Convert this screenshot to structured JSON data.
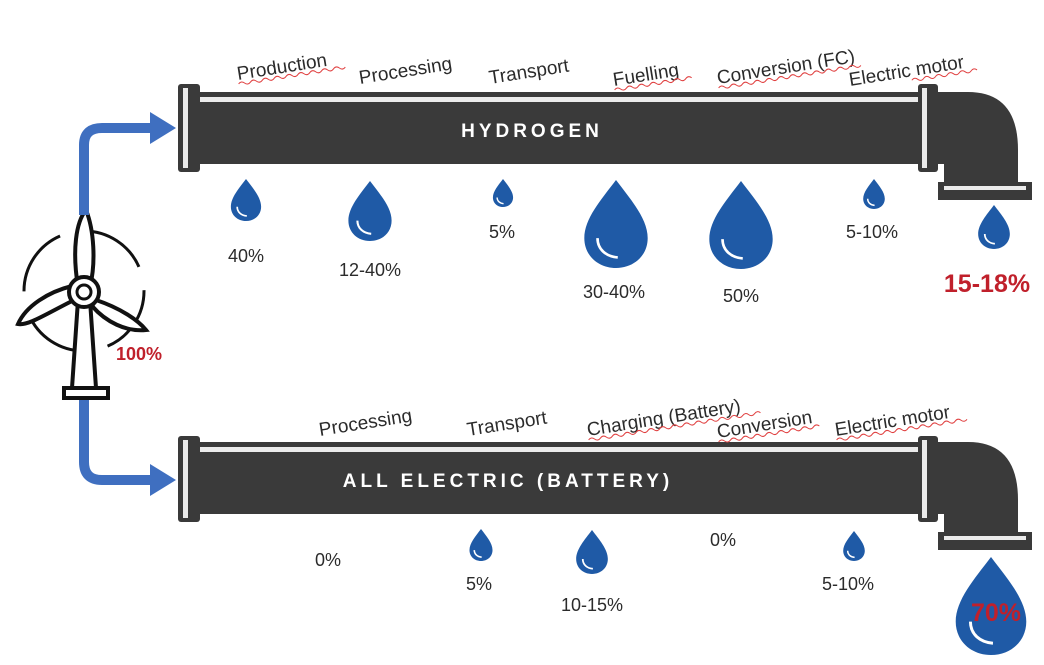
{
  "colors": {
    "pipe": "#3a3a3a",
    "drop": "#1f5aa6",
    "arrow": "#3f6fc0",
    "accent_red": "#c0202b"
  },
  "source": {
    "icon": "wind-turbine-icon",
    "value": "100%"
  },
  "hydrogen": {
    "title": "HYDROGEN",
    "stages": [
      "Production",
      "Processing",
      "Transport",
      "Fuelling",
      "Conversion (FC)",
      "Electric motor"
    ],
    "losses": [
      "40%",
      "12-40%",
      "5%",
      "30-40%",
      "50%",
      "5-10%"
    ],
    "result": "15-18%"
  },
  "battery": {
    "title": "ALL ELECTRIC (BATTERY)",
    "stages": [
      "Processing",
      "Transport",
      "Charging (Battery)",
      "Conversion",
      "Electric motor"
    ],
    "losses": [
      "0%",
      "5%",
      "10-15%",
      "0%",
      "5-10%"
    ],
    "result": "70%"
  }
}
